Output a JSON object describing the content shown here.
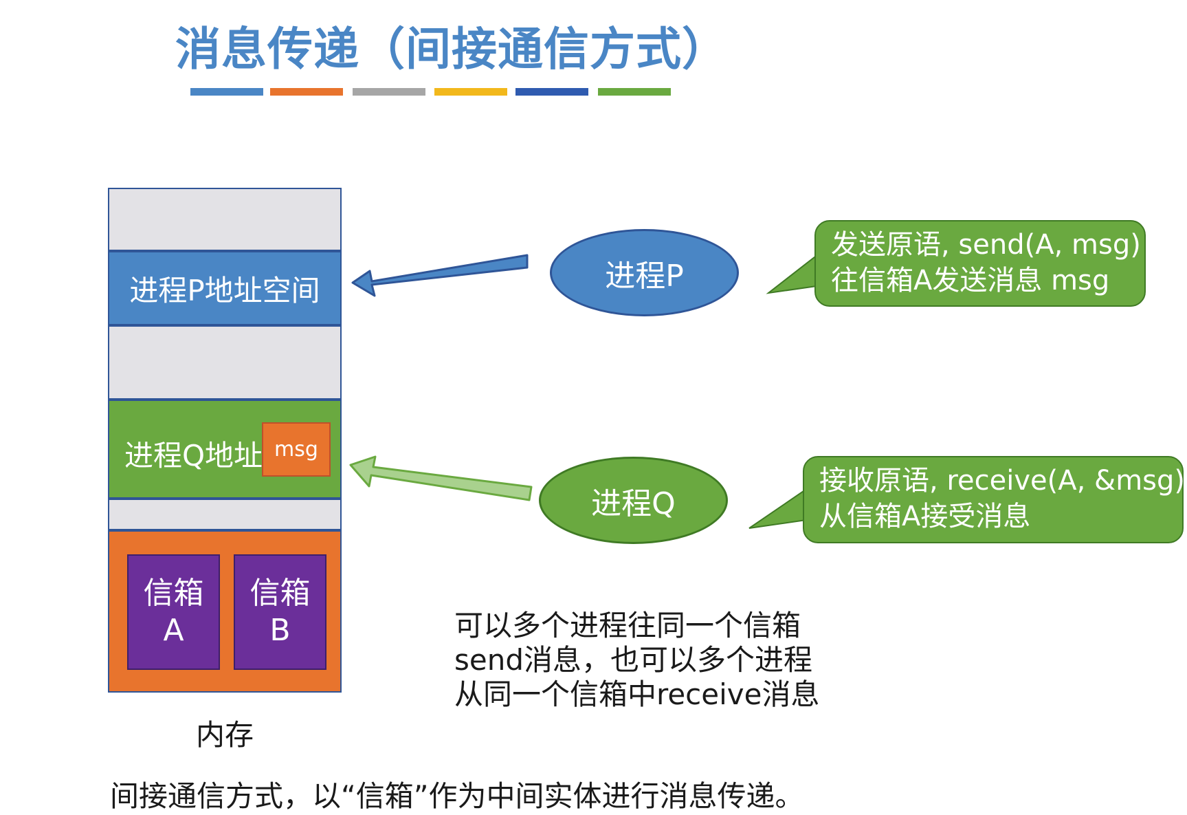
{
  "title": "消息传递（间接通信方式）",
  "stripe_colors": [
    "#4a86c5",
    "#e8742d",
    "#a6a6a6",
    "#f2b81c",
    "#2f5bb0",
    "#6aa940"
  ],
  "memory": {
    "segment_p_label": "进程P地址空间",
    "segment_q_label": "进程Q地址",
    "msg_label": "msg",
    "mailbox_a_line1": "信箱",
    "mailbox_a_line2": "A",
    "mailbox_b_line1": "信箱",
    "mailbox_b_line2": "B",
    "caption": "内存"
  },
  "process_p": {
    "label": "进程P"
  },
  "process_q": {
    "label": "进程Q"
  },
  "callout_send": {
    "line1": "发送原语, send(A, msg)",
    "line2": "往信箱A发送消息 msg"
  },
  "callout_receive": {
    "line1": "接收原语, receive(A, &msg)",
    "line2": "从信箱A接受消息"
  },
  "note": "可以多个进程往同一个信箱\nsend消息，也可以多个进程\n从同一个信箱中receive消息",
  "footer": "间接通信方式，以“信箱”作为中间实体进行消息传递。",
  "colors": {
    "blue": "#4a86c5",
    "green": "#6aa940",
    "orange": "#e8742d",
    "purple": "#6b2f9a",
    "gray": "#e3e2e6"
  }
}
